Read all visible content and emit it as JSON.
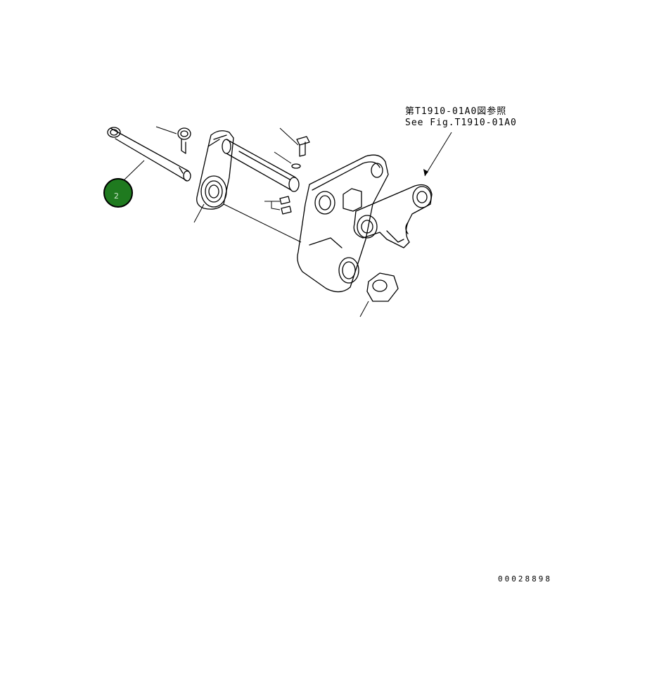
{
  "reference_note": {
    "line1": "第T1910-01A0図参照",
    "line2": "See Fig.T1910-01A0"
  },
  "callout": {
    "number": "2",
    "fill_color": "#1f7a1f",
    "ring_color": "#000000"
  },
  "drawing_number": "00028898"
}
